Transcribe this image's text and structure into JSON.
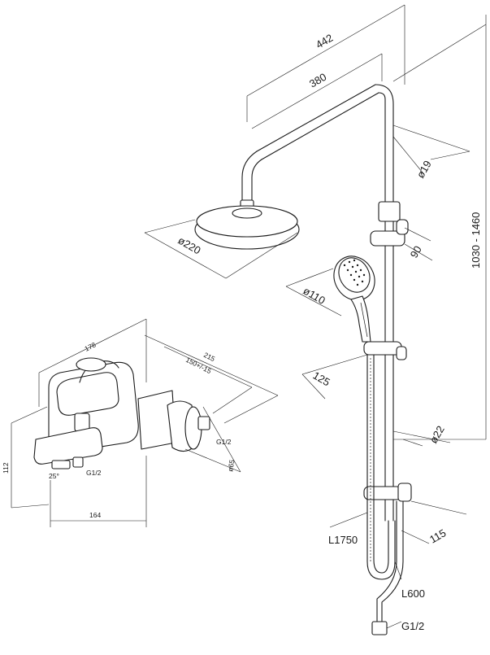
{
  "dimensions": {
    "width_442": "442",
    "width_380": "380",
    "dia_19": "ø19",
    "height_range": "1030 - 1460",
    "dia_220": "ø220",
    "dist_90": "90",
    "dia_110": "ø110",
    "dist_125": "125",
    "dia_22": "ø22",
    "dist_115": "115",
    "hose_1750": "L1750",
    "hose_600": "L600",
    "thread_column": "G1/2",
    "mixer_178": "178",
    "mixer_215": "215",
    "mixer_150": "150+/-15",
    "mixer_112": "112",
    "mixer_25": "25°",
    "mixer_thread_bottom": "G1/2",
    "mixer_thread_side": "G1/2",
    "mixer_dia_65": "ø65",
    "mixer_164": "164"
  }
}
